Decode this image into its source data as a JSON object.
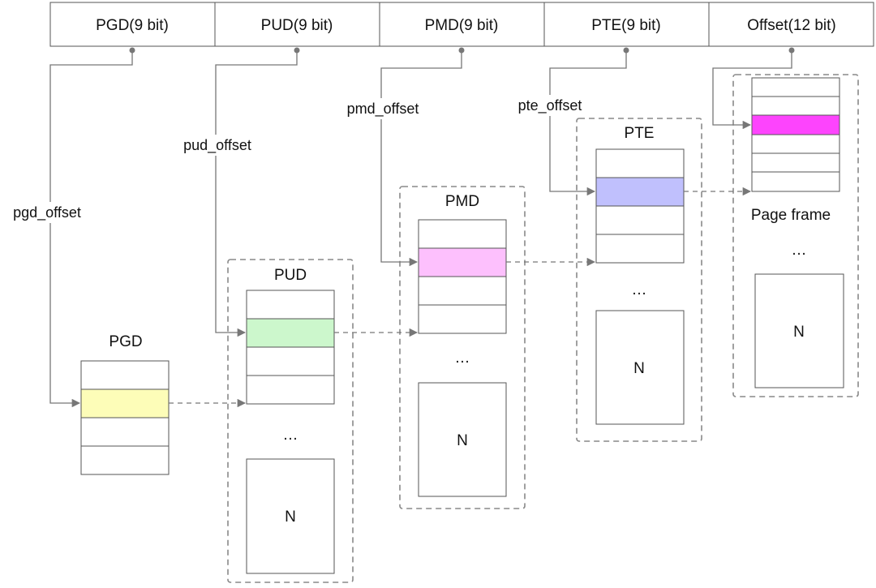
{
  "address_fields": [
    {
      "label": "PGD(9 bit)"
    },
    {
      "label": "PUD(9 bit)"
    },
    {
      "label": "PMD(9 bit)"
    },
    {
      "label": "PTE(9 bit)"
    },
    {
      "label": "Offset(12 bit)"
    }
  ],
  "offset_labels": {
    "pgd": "pgd_offset",
    "pud": "pud_offset",
    "pmd": "pmd_offset",
    "pte": "pte_offset"
  },
  "tables": {
    "pgd": {
      "title": "PGD",
      "highlight_color": "#fdfdb8"
    },
    "pud": {
      "title": "PUD",
      "ellipsis": "…",
      "last_entry": "N",
      "highlight_color": "#ccf7cc"
    },
    "pmd": {
      "title": "PMD",
      "ellipsis": "…",
      "last_entry": "N",
      "highlight_color": "#fdc0fd"
    },
    "pte": {
      "title": "PTE",
      "ellipsis": "…",
      "last_entry": "N",
      "highlight_color": "#c0c0fd"
    },
    "page_frame": {
      "title": "Page frame",
      "ellipsis": "…",
      "last_entry": "N",
      "highlight_color": "#fd44fd"
    }
  }
}
